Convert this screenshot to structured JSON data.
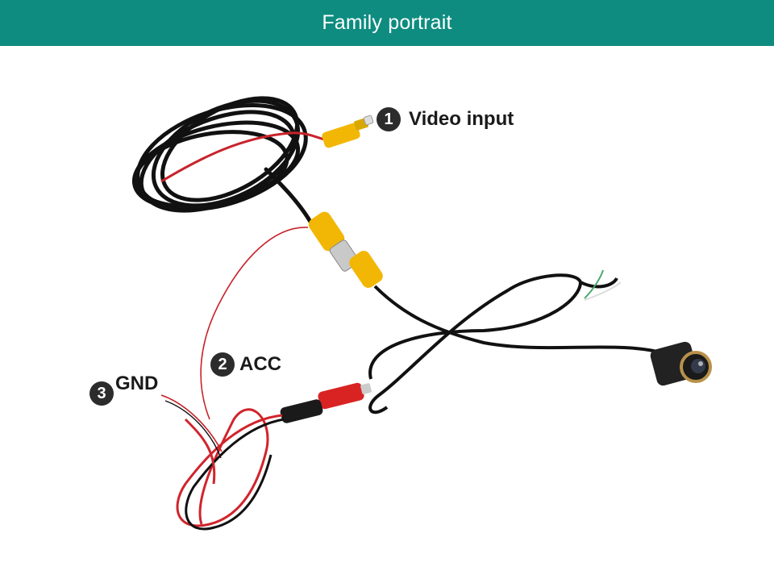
{
  "header": {
    "title": "Family portrait",
    "background_color": "#0e8c80"
  },
  "callouts": [
    {
      "number": "1",
      "label": "Video input"
    },
    {
      "number": "2",
      "label": "ACC"
    },
    {
      "number": "3",
      "label": "GND"
    }
  ],
  "colors": {
    "cable_black": "#111111",
    "wire_red": "#d0242b",
    "rca_yellow": "#f2b705",
    "rca_red": "#d92323",
    "badge_dark": "#2c2c2c"
  }
}
